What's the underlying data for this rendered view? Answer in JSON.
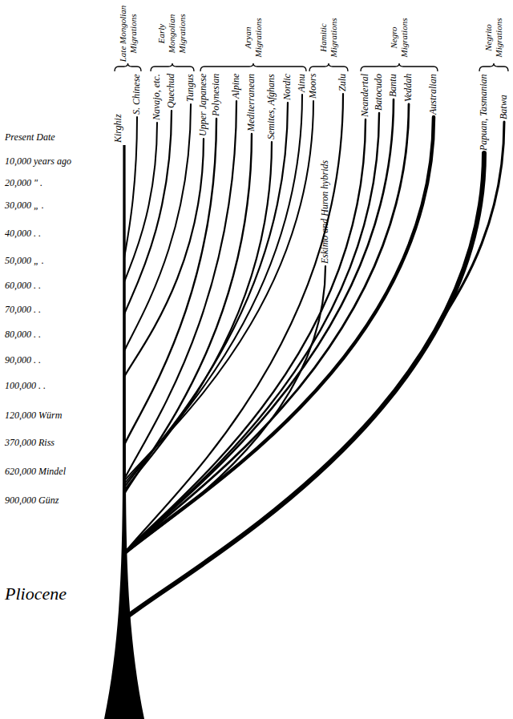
{
  "diagram": {
    "labels": [
      "Late Mongolian Migrations",
      "Early Mongolian Migrations",
      "Aryan Migrations",
      "Hamitic Migrations",
      "Negro Migrations",
      "Negrito Migrations",
      "Present Date",
      "10,000 years ago",
      "20,000 \" .",
      "30,000 „ .",
      "40,000 . .",
      "50,000 „ .",
      "60,000 . .",
      "70,000 . .",
      "80,000 . .",
      "90,000 . .",
      "100,000 . .",
      "120,000 Würm",
      "370,000 Riss",
      "620,000 Mindel",
      "900,000 Günz",
      "Pliocene",
      "Kirghiz",
      "S. Chinese",
      "Navajo, etc.",
      "Quechud",
      "Tungus",
      "Upper Japanese",
      "Polynesian",
      "Alpine",
      "Mediterranean",
      "Semites, Afghans",
      "Nordic",
      "Ainu",
      "Moors",
      "Eskimo and Huron hybrids",
      "Zulu",
      "Neandertal",
      "Batocudo",
      "Bantu",
      "Veddah",
      "Australian",
      "Papuan, Tasmanian",
      "Batwa"
    ]
  }
}
